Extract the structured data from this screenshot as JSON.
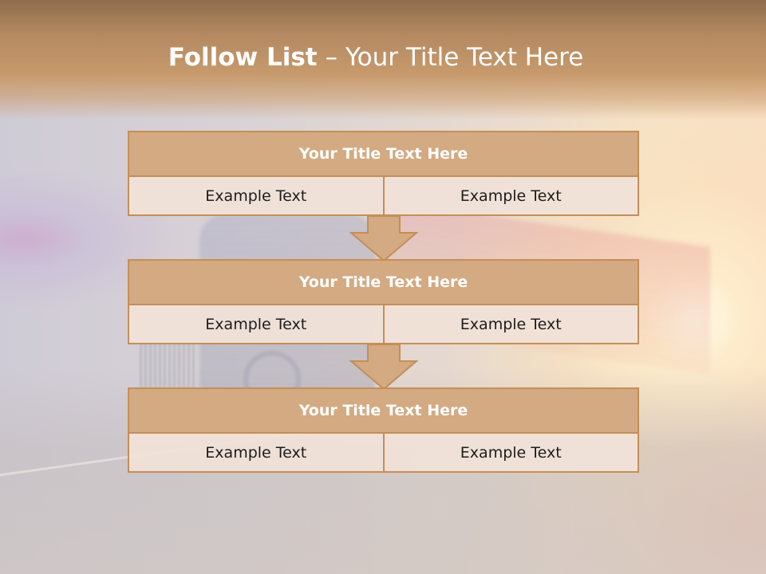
{
  "slide": {
    "title_bold": "Follow List",
    "title_rest": " – Your Title Text Here"
  },
  "blocks": [
    {
      "title": "Your Title Text Here",
      "left_text": "Example Text",
      "right_text": "Example Text"
    },
    {
      "title": "Your Title Text Here",
      "left_text": "Example Text",
      "right_text": "Example Text"
    },
    {
      "title": "Your Title Text Here",
      "left_text": "Example Text",
      "right_text": "Example Text"
    }
  ],
  "colors": {
    "header_band": "#c79a6c",
    "block_fill": "#d3aa82",
    "block_border": "#c58e57",
    "cell_fill": "#f0e1d8",
    "arrow_fill": "#d3aa82"
  },
  "icons": [
    "down-arrow-icon",
    "down-arrow-icon"
  ]
}
